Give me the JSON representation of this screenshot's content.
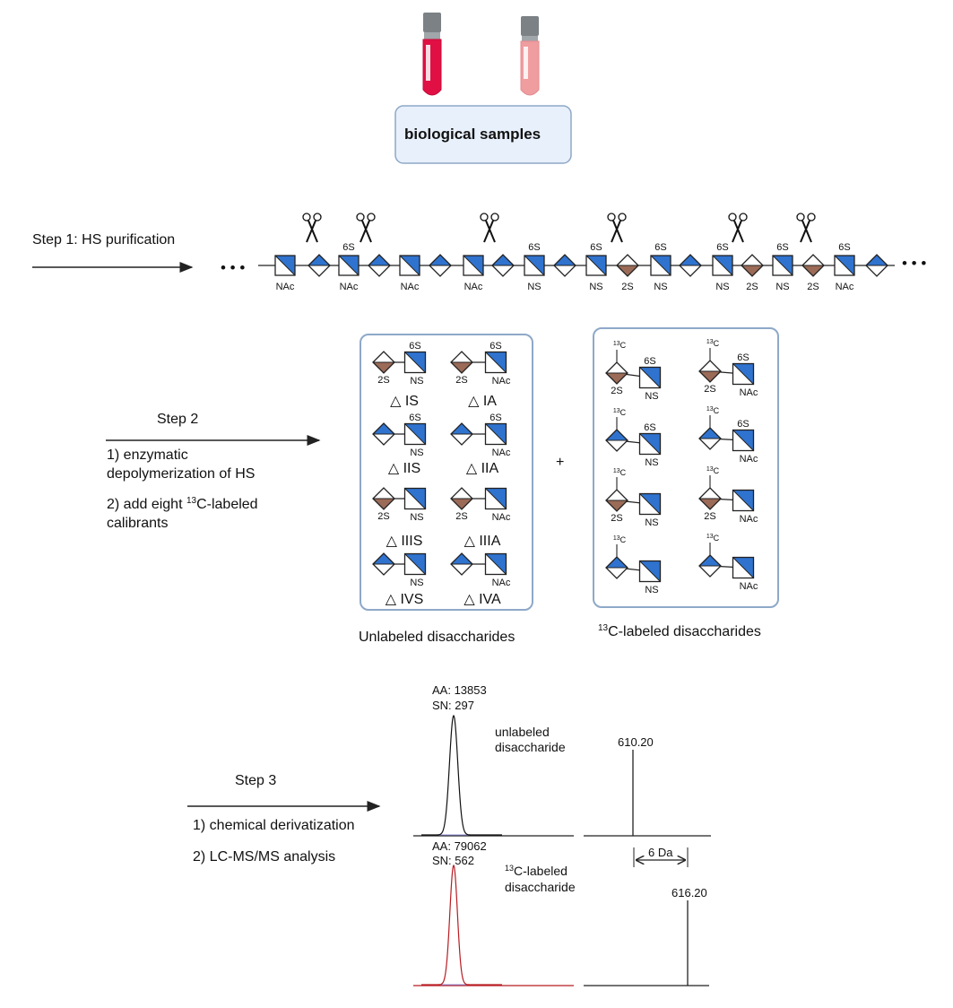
{
  "colors": {
    "blue": "#2f73cf",
    "brown": "#9b6b57",
    "box_border": "#8ea8c8",
    "box_fill": "#e8f0fb",
    "red_trace": "#b81c22",
    "tube_red": "#e01044",
    "tube_pink": "#f09da0"
  },
  "top": {
    "sample_label": "biological samples",
    "icons": [
      "test-tube-red-icon",
      "test-tube-pink-icon"
    ]
  },
  "step1": {
    "label": "Step 1: HS purification",
    "ellipsis": "• • •",
    "chain_labels": [
      "NAc",
      "6S",
      "NAc",
      "NAc",
      "NAc",
      "6S",
      "NS",
      "6S",
      "NS",
      "2S",
      "6S",
      "NS",
      "6S",
      "NS",
      "2S",
      "6S",
      "NS",
      "2S",
      "6S",
      "NAc"
    ]
  },
  "step2": {
    "label": "Step 2",
    "item1": "1) enzymatic",
    "item1b": "depolymerization of HS",
    "item2_pre": "2) add eight ",
    "item2_sup": "13",
    "item2_post": "C-labeled",
    "item2b": "calibrants",
    "plus": "+",
    "unlabeled_caption": "Unlabeled disaccharides",
    "labeled_caption_sup": "13",
    "labeled_caption": "C-labeled disaccharides",
    "sym_6S": "6S",
    "sym_2S": "2S",
    "sym_NS": "NS",
    "sym_NAc": "NAc",
    "sym_13C": "13C",
    "names": [
      "△ IS",
      "△ IA",
      "△ IIS",
      "△ IIA",
      "△ IIIS",
      "△ IIIA",
      "△ IVS",
      "△ IVA"
    ]
  },
  "step3": {
    "label": "Step 3",
    "item1": "1) chemical derivatization",
    "item2": "2) LC-MS/MS analysis",
    "unlabeled_name1": "unlabeled",
    "unlabeled_name2": "disaccharide",
    "labeled_name_sup": "13",
    "labeled_name1": "C-labeled",
    "labeled_name2": "disaccharide",
    "aa1": "AA:  13853",
    "sn1": "SN:  297",
    "aa2": "AA:  79062",
    "sn2": "SN:  562",
    "mz1": "610.20",
    "mz2": "616.20",
    "delta": "6 Da"
  }
}
